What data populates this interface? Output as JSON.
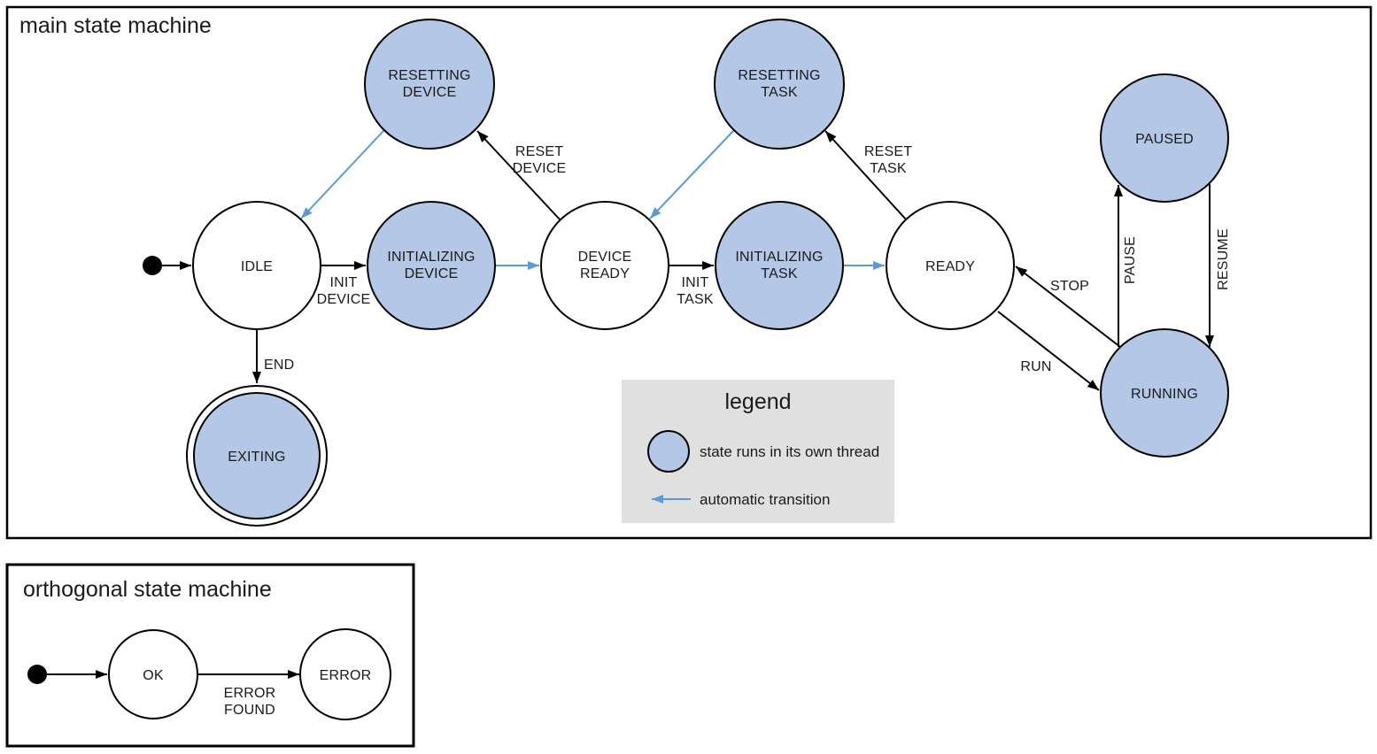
{
  "colors": {
    "threaded_state_fill": "#b4c7e7",
    "state_stroke": "#000000",
    "auto_transition_arrow": "#5b9bd5",
    "legend_background": "#e0e0e0"
  },
  "main": {
    "title": "main state machine",
    "states": {
      "idle": {
        "label": "IDLE"
      },
      "initializing_device": {
        "line1": "INITIALIZING",
        "line2": "DEVICE"
      },
      "device_ready": {
        "line1": "DEVICE",
        "line2": "READY"
      },
      "initializing_task": {
        "line1": "INITIALIZING",
        "line2": "TASK"
      },
      "ready": {
        "label": "READY"
      },
      "resetting_device": {
        "line1": "RESETTING",
        "line2": "DEVICE"
      },
      "resetting_task": {
        "line1": "RESETTING",
        "line2": "TASK"
      },
      "paused": {
        "label": "PAUSED"
      },
      "running": {
        "label": "RUNNING"
      },
      "exiting": {
        "label": "EXITING"
      }
    },
    "transitions": {
      "init_device": {
        "line1": "INIT",
        "line2": "DEVICE"
      },
      "init_task": {
        "line1": "INIT",
        "line2": "TASK"
      },
      "reset_device": {
        "line1": "RESET",
        "line2": "DEVICE"
      },
      "reset_task": {
        "line1": "RESET",
        "line2": "TASK"
      },
      "end": {
        "label": "END"
      },
      "run": {
        "label": "RUN"
      },
      "stop": {
        "label": "STOP"
      },
      "pause": {
        "label": "PAUSE"
      },
      "resume": {
        "label": "RESUME"
      }
    }
  },
  "legend": {
    "title": "legend",
    "items": {
      "threaded": "state runs in its own thread",
      "automatic": "automatic transition"
    }
  },
  "orthogonal": {
    "title": "orthogonal state machine",
    "states": {
      "ok": {
        "label": "OK"
      },
      "error": {
        "label": "ERROR"
      }
    },
    "transitions": {
      "error_found": {
        "line1": "ERROR",
        "line2": "FOUND"
      }
    }
  }
}
